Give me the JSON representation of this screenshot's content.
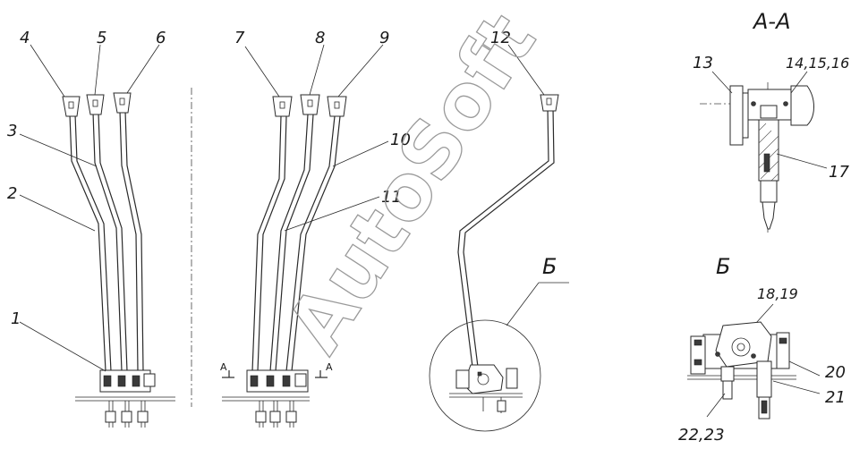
{
  "diagram": {
    "part_labels": [
      "1",
      "2",
      "3",
      "4",
      "5",
      "6",
      "7",
      "8",
      "9",
      "10",
      "11",
      "12",
      "13",
      "14,15,16",
      "17",
      "18,19",
      "20",
      "21",
      "22,23"
    ],
    "section_label": "А-А",
    "view_label": "Б",
    "section_marker": "А",
    "watermark": "AutoSoft"
  }
}
